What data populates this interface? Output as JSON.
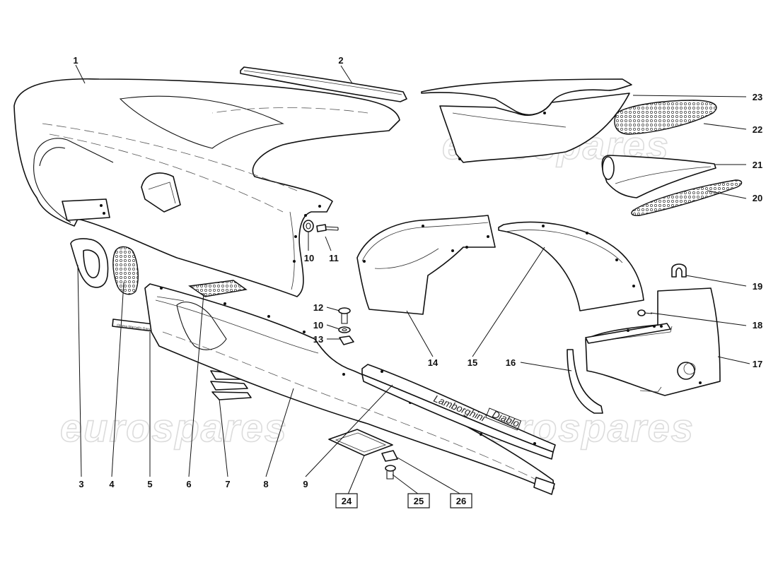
{
  "watermark": "eurospares",
  "callouts": [
    "1",
    "2",
    "3",
    "4",
    "5",
    "6",
    "7",
    "8",
    "9",
    "10",
    "11",
    "12",
    "10",
    "13",
    "14",
    "15",
    "16",
    "17",
    "18",
    "19",
    "20",
    "21",
    "22",
    "23",
    "24",
    "25",
    "26"
  ],
  "boxed_callouts": [
    "24",
    "25",
    "26"
  ],
  "logo_script": "Lamborghini",
  "logo_model": "Diablo",
  "plate_text": "Ghiera Marcello Gandini"
}
